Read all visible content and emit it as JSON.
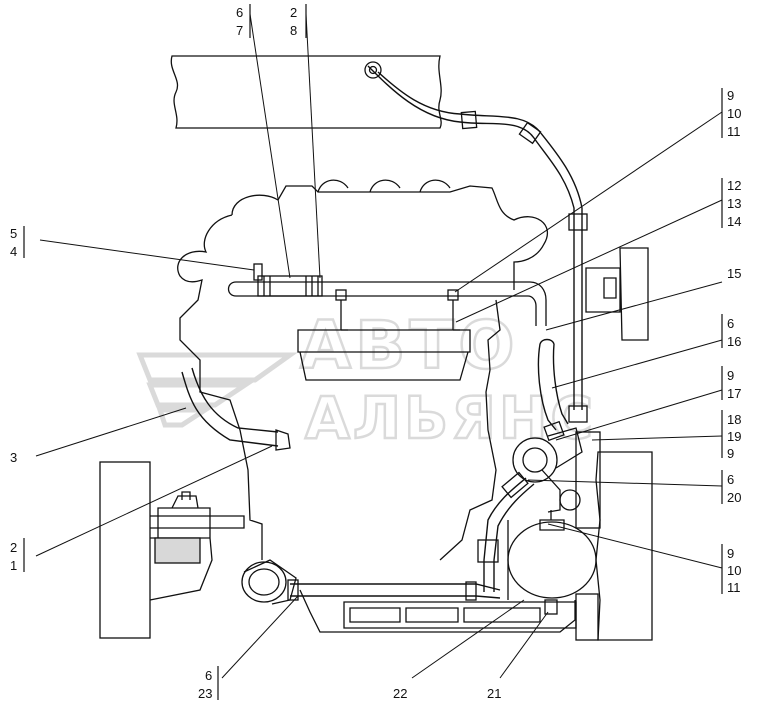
{
  "colors": {
    "ink": "#111111",
    "paper": "#ffffff",
    "shade": "#d8d8d8",
    "watermark": "#c8c8c8"
  },
  "watermark": {
    "line1": "АВТО",
    "line2": "АЛЬЯНС",
    "logo": "stylized-wing-logo"
  },
  "callouts": {
    "c_6_7": [
      "6",
      "7"
    ],
    "c_2_8": [
      "2",
      "8"
    ],
    "c_5_4": [
      "5",
      "4"
    ],
    "c_9_10_11a": [
      "9",
      "10",
      "11"
    ],
    "c_12_13_14": [
      "12",
      "13",
      "14"
    ],
    "c_15": [
      "15"
    ],
    "c_6_16": [
      "6",
      "16"
    ],
    "c_3": [
      "3"
    ],
    "c_9_17": [
      "9",
      "17"
    ],
    "c_18_19_9": [
      "18",
      "19",
      "9"
    ],
    "c_6_20": [
      "6",
      "20"
    ],
    "c_2_1": [
      "2",
      "1"
    ],
    "c_9_10_11b": [
      "9",
      "10",
      "11"
    ],
    "c_6_23": [
      "6",
      "23"
    ],
    "c_22": [
      "22"
    ],
    "c_21": [
      "21"
    ]
  }
}
